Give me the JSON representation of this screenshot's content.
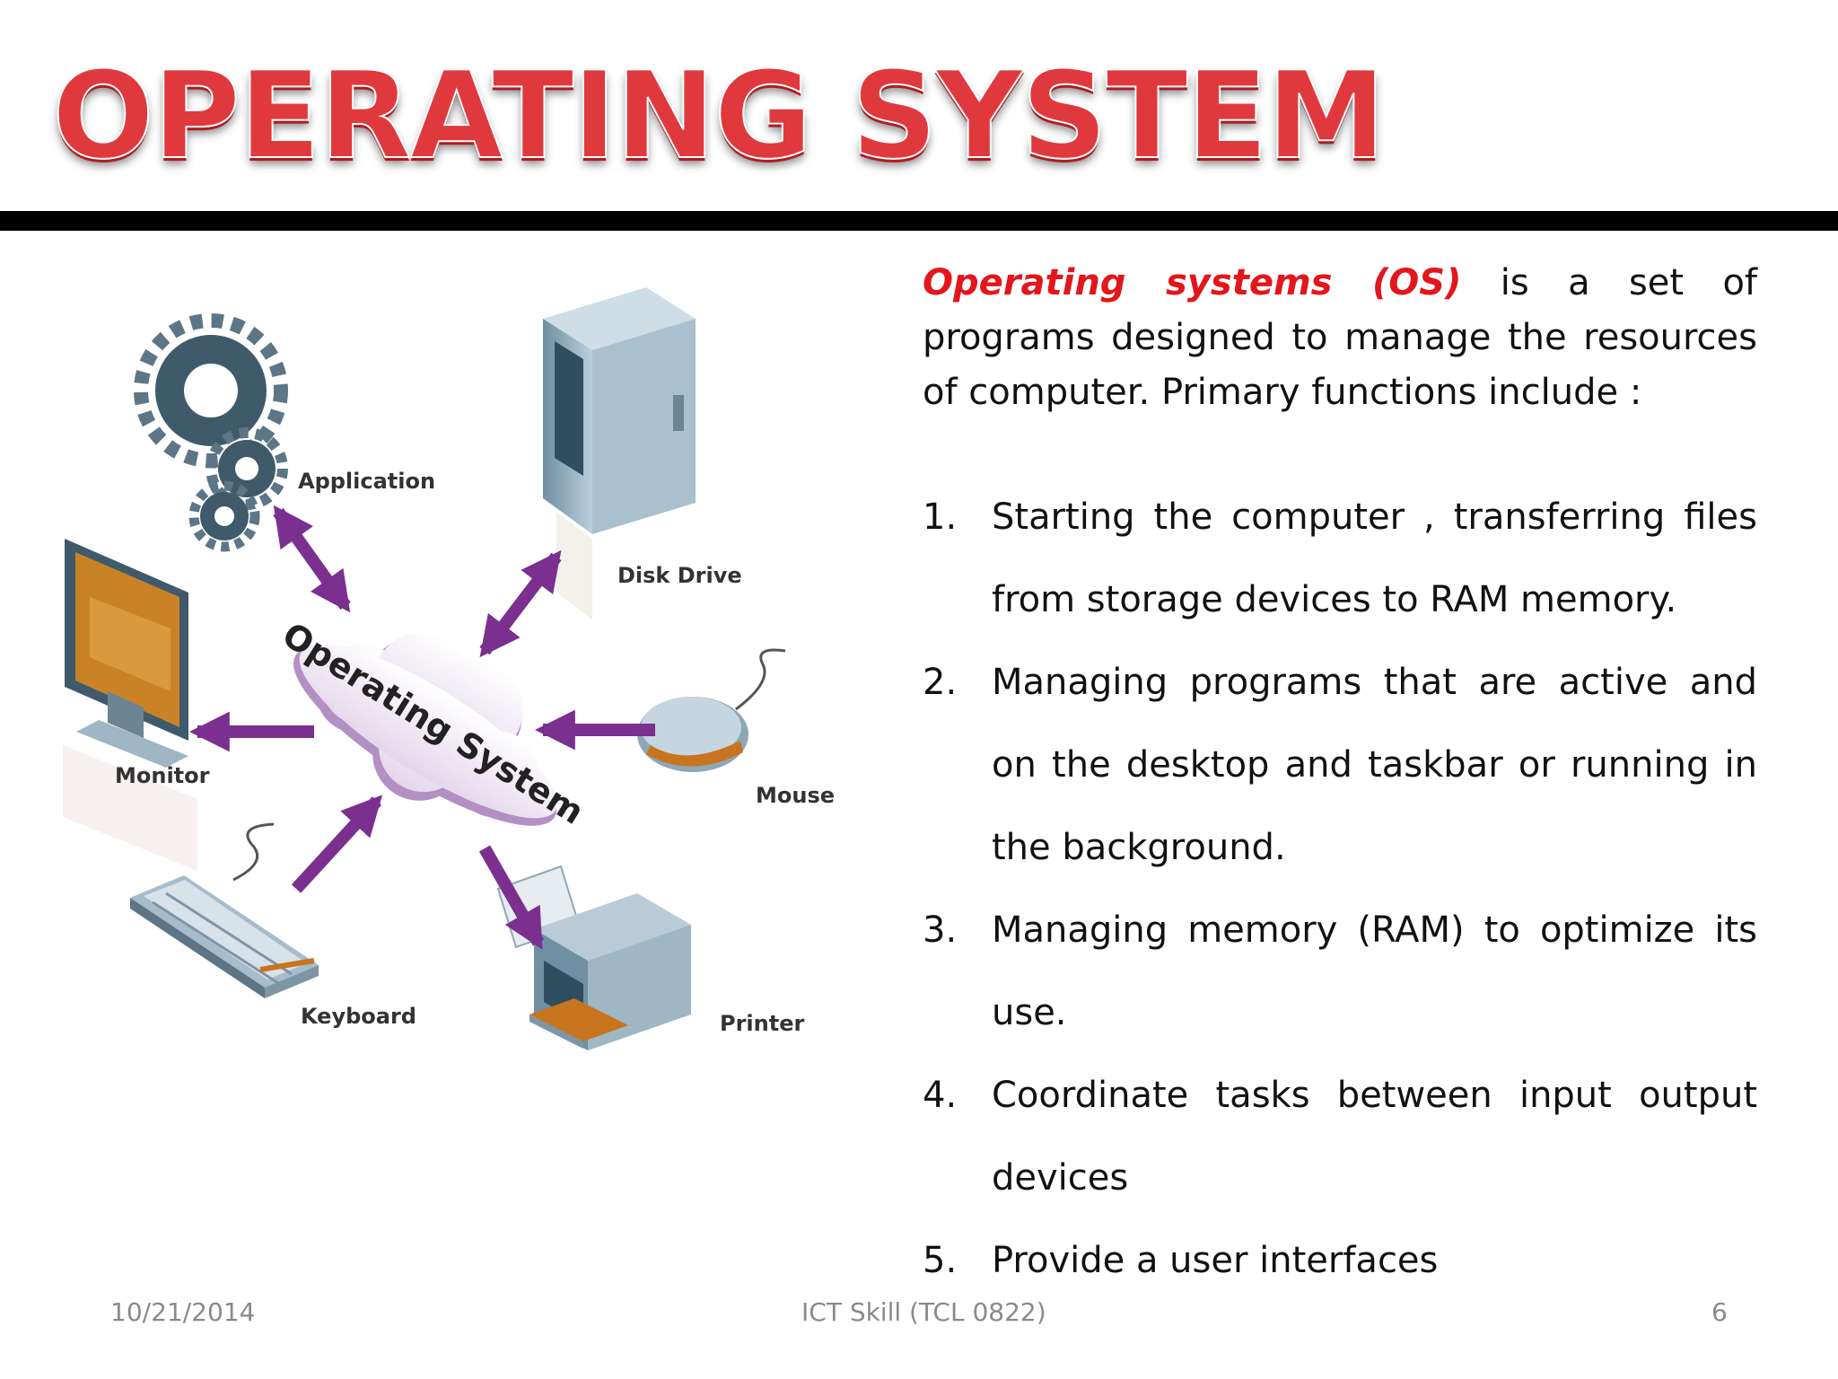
{
  "slide": {
    "title": "OPERATING SYSTEM",
    "intro": {
      "term": "Operating systems (OS)",
      "rest": " is a set of programs designed to manage the resources of computer. Primary functions include :"
    },
    "functions": [
      {
        "num": "1.",
        "text": "Starting the computer , transferring files from storage devices to RAM memory."
      },
      {
        "num": "2.",
        "text": "Managing programs that are active and on the desktop and taskbar or running in the background."
      },
      {
        "num": "3.",
        "text": "Managing memory (RAM) to optimize its use."
      },
      {
        "num": "4.",
        "text": "Coordinate tasks between input output devices"
      },
      {
        "num": "5.",
        "text": "Provide a user interfaces"
      }
    ],
    "footer": {
      "date": "10/21/2014",
      "course": "ICT Skill (TCL 0822)",
      "page": "6"
    }
  },
  "diagram": {
    "center_label": "Operating System",
    "nodes": {
      "application": "Application",
      "disk_drive": "Disk Drive",
      "monitor": "Monitor",
      "mouse": "Mouse",
      "keyboard": "Keyboard",
      "printer": "Printer"
    },
    "arrow_color": "#7b2f8e",
    "icons": [
      "gears-icon",
      "disk-drive-icon",
      "monitor-icon",
      "mouse-icon",
      "keyboard-icon",
      "printer-icon",
      "cloud-icon"
    ]
  },
  "colors": {
    "title_red": "#e0393d",
    "term_red": "#e3161b",
    "rule_black": "#000000",
    "footer_gray": "#8a8a8a"
  }
}
